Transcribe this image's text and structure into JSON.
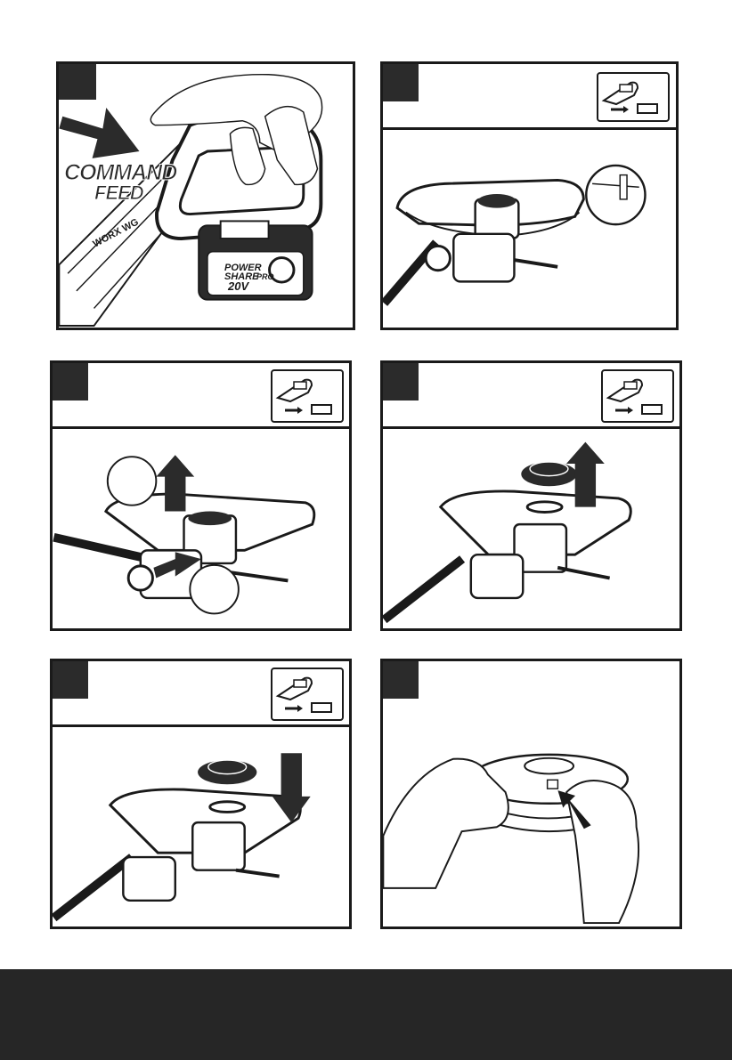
{
  "panel1": {
    "brand_line1": "COMMAND",
    "brand_line2": "FEED",
    "tool_label": "WORX WG",
    "battery_line1": "POWER",
    "battery_line2": "SHARE",
    "battery_tag": "PRO",
    "battery_voltage": "20V"
  },
  "colors": {
    "ink": "#1a1a1a",
    "badge": "#2b2b2b",
    "footer": "#262626"
  }
}
